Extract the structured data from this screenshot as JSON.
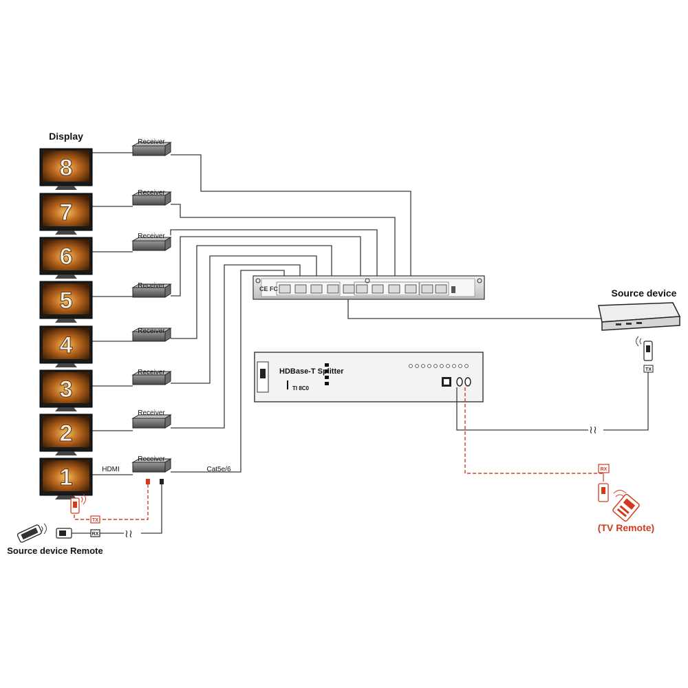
{
  "labels": {
    "display": "Display",
    "receiver": "Receiver",
    "hdmi": "HDMI",
    "cable": "Cat5e/6",
    "source_device": "Source device",
    "source_device_remote": "Source device Remote",
    "tv_remote": "(TV Remote)",
    "tx": "TX",
    "rx": "RX",
    "splitter_name": "HDBase-T Splitter",
    "splitter_model": "TI 8C0"
  },
  "displays": [
    "8",
    "7",
    "6",
    "5",
    "4",
    "3",
    "2",
    "1"
  ],
  "colors": {
    "ir_red": "#d23a1e",
    "line": "#3a3a3a",
    "screen_bg": "#6b3a12",
    "screen_glow": "#e0a040"
  }
}
